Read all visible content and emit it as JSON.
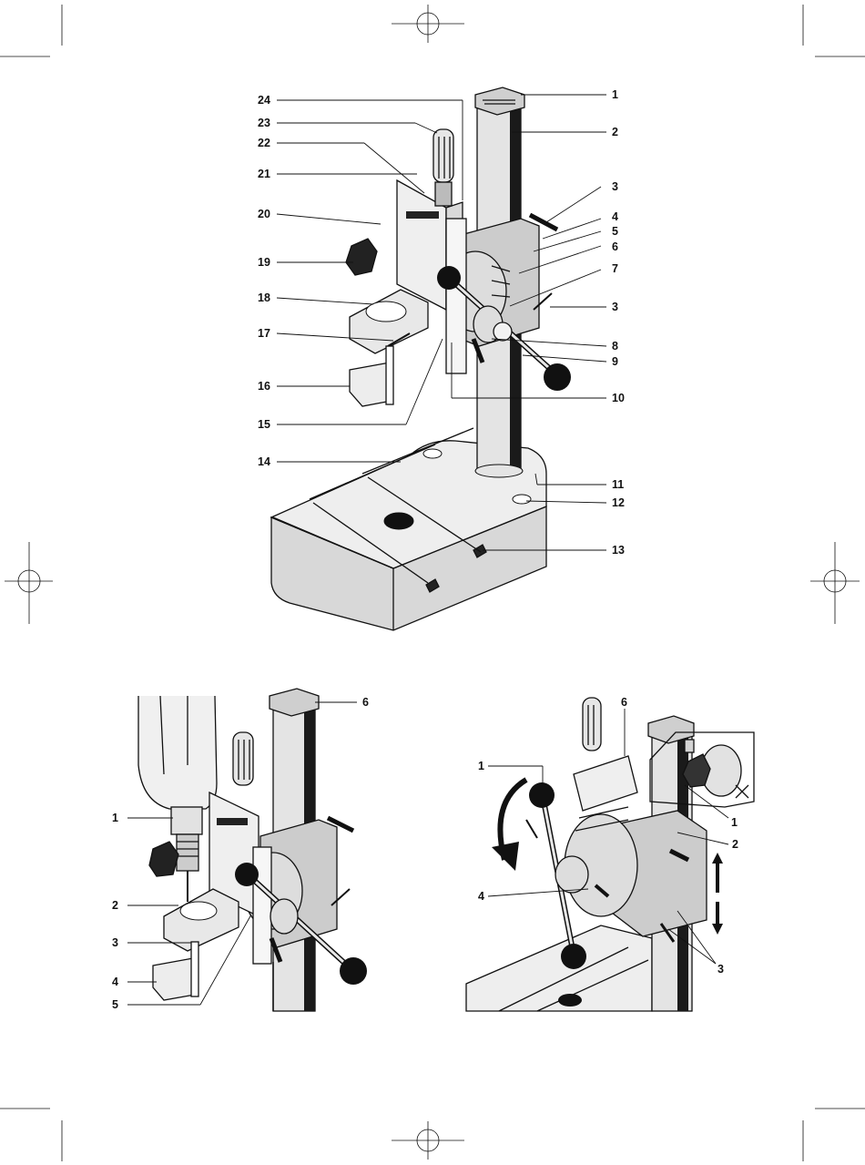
{
  "figure_top": {
    "labels": [
      "1",
      "2",
      "3",
      "4",
      "5",
      "6",
      "7",
      "3",
      "8",
      "9",
      "10",
      "11",
      "12",
      "13",
      "14",
      "15",
      "16",
      "17",
      "18",
      "19",
      "20",
      "21",
      "22",
      "23",
      "24"
    ]
  },
  "figure_bottom_left": {
    "labels": [
      "6",
      "1",
      "2",
      "3",
      "4",
      "5"
    ]
  },
  "figure_bottom_right": {
    "labels": [
      "6",
      "1",
      "1",
      "2",
      "4",
      "3"
    ]
  },
  "colors": {
    "ink": "#111111",
    "metal": "#d6d6d6",
    "shade": "#b4b4b4",
    "dark": "#1a1a1a"
  }
}
